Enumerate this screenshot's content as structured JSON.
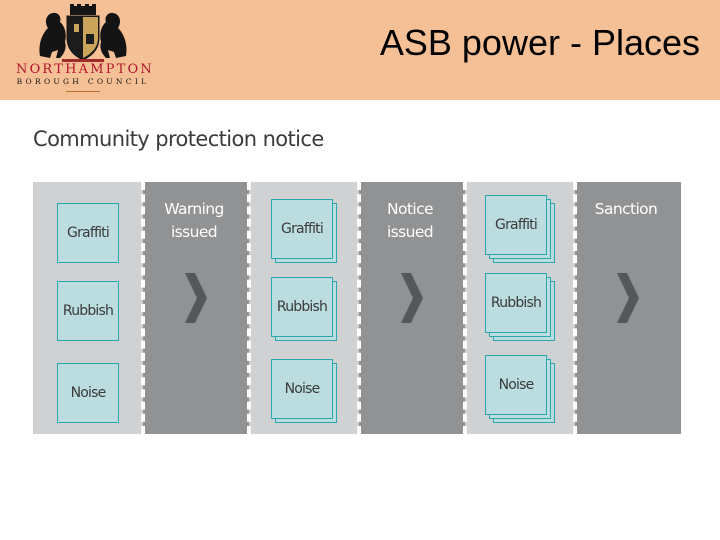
{
  "header": {
    "org_name_line1": "NORTHAMPTON",
    "org_name_line2": "BOROUGH COUNCIL",
    "title": "ASB power - Places",
    "colors": {
      "band": "#f6c096",
      "org_red": "#b1162c"
    },
    "logo_icon": "coat-of-arms-icon"
  },
  "diagram": {
    "title": "Community protection notice",
    "colors": {
      "issue_column": "#cfd1d3",
      "stage_column": "#909294",
      "card_fill": "#bcdde0",
      "card_border": "#2aa7ad"
    },
    "issue_columns": [
      {
        "stack_depth": 1,
        "items": [
          "Graffiti",
          "Rubbish",
          "Noise"
        ]
      },
      {
        "stack_depth": 2,
        "items": [
          "Graffiti",
          "Rubbish",
          "Noise"
        ]
      },
      {
        "stack_depth": 3,
        "items": [
          "Graffiti",
          "Rubbish",
          "Noise"
        ]
      }
    ],
    "stages": [
      {
        "label_line1": "Warning",
        "label_line2": "issued",
        "icon": "chevron-right-icon"
      },
      {
        "label_line1": "Notice",
        "label_line2": "issued",
        "icon": "chevron-right-icon"
      },
      {
        "label_line1": "Sanction",
        "label_line2": "",
        "icon": "chevron-right-icon"
      }
    ]
  }
}
